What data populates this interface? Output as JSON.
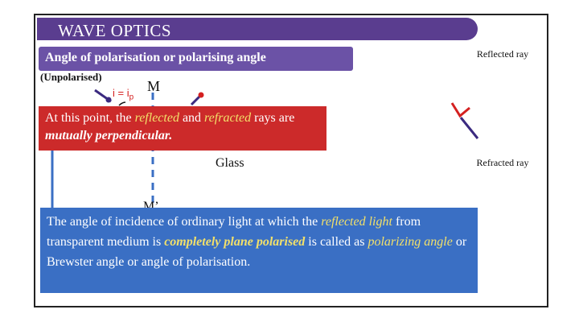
{
  "title": "WAVE OPTICS",
  "subtitle": "Angle of polarisation or polarising angle",
  "labels": {
    "unpolarised": "(Unpolarised)",
    "incidence_angle": "i = i",
    "incidence_sub": "p",
    "normal_top": "M",
    "normal_bottom": "M’",
    "glass": "Glass",
    "reflected_ray": "Reflected ray",
    "refracted_ray": "Refracted ray"
  },
  "callout_red": {
    "p1": "At this point, the ",
    "w1": "reflected",
    "p2": " and ",
    "w2": "refracted",
    "p3": " rays are ",
    "w3": "mutually perpendicular.",
    "p4": ""
  },
  "callout_blue": {
    "p1": "The angle of incidence of ordinary light at which the ",
    "w1": "reflected light",
    "p2": " from transparent medium is ",
    "w2": "completely plane polarised",
    "p3": " is called as ",
    "w3": "polarizing angle",
    "p4": " or Brewster angle or angle of polarisation."
  },
  "colors": {
    "title_bar": "#5a3d8f",
    "subtitle_box": "#6b52a6",
    "callout_red": "#cc2a2a",
    "callout_blue": "#3a6fc4",
    "highlight": "#f2e06a",
    "normal_line": "#3a6fc4",
    "right_angle_marker": "#d42020"
  }
}
